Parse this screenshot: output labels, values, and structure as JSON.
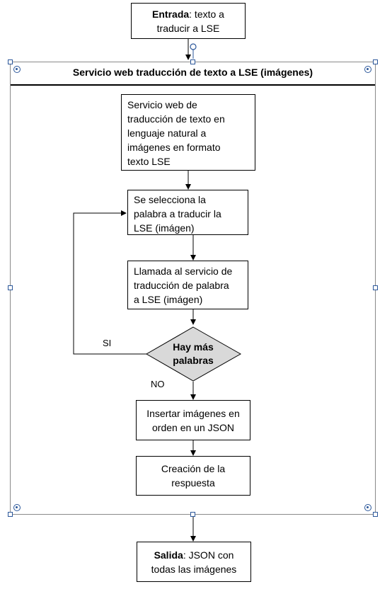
{
  "input_box": {
    "bold": "Entrada",
    "rest": ": texto a",
    "line2": "traducir a LSE"
  },
  "container": {
    "title": "Servicio web traducción de texto a LSE (imágenes)"
  },
  "step1": {
    "lines": [
      "Servicio web de",
      "traducción de texto en",
      "lenguaje natural a",
      "imágenes en formato",
      "texto LSE"
    ]
  },
  "step2": {
    "lines": [
      "Se selecciona la",
      "palabra a traducir la",
      "LSE (imágen)"
    ]
  },
  "step3": {
    "lines": [
      "Llamada al servicio de",
      "traducción de palabra",
      "a LSE (imágen)"
    ]
  },
  "decision": {
    "lines": [
      "Hay más",
      "palabras"
    ],
    "fill": "#d9d9d9"
  },
  "edge_labels": {
    "yes": "SI",
    "no": "NO"
  },
  "step4": {
    "lines": [
      "Insertar imágenes en",
      "orden en un JSON"
    ]
  },
  "step5": {
    "lines": [
      "Creación de la",
      "respuesta"
    ]
  },
  "output_box": {
    "bold": "Salida",
    "rest": ": JSON con",
    "line2": "todas las imágenes"
  },
  "colors": {
    "selection_handle": "#2b579a"
  }
}
